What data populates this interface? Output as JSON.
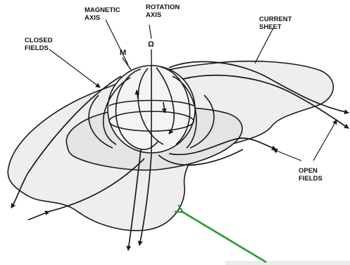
{
  "labels": {
    "magnetic_axis": [
      "MAGNETIC",
      "AXIS"
    ],
    "rotation_axis": [
      "ROTATION",
      "AXIS"
    ],
    "closed_fields": [
      "CLOSED",
      "FIELDS"
    ],
    "current_sheet": [
      "CURRENT",
      "SHEET"
    ],
    "open_fields": [
      "OPEN",
      "FIELDS"
    ],
    "magnetic_symbol": "M",
    "rotation_symbol": "Ω"
  },
  "colors": {
    "ink": "#1a1a1a",
    "sheet_fill": "#eeeeee",
    "sphere_fill": "#f4f4f4",
    "pointer_arrow": "#2a9a2a",
    "corner_panel": "#ececec"
  }
}
